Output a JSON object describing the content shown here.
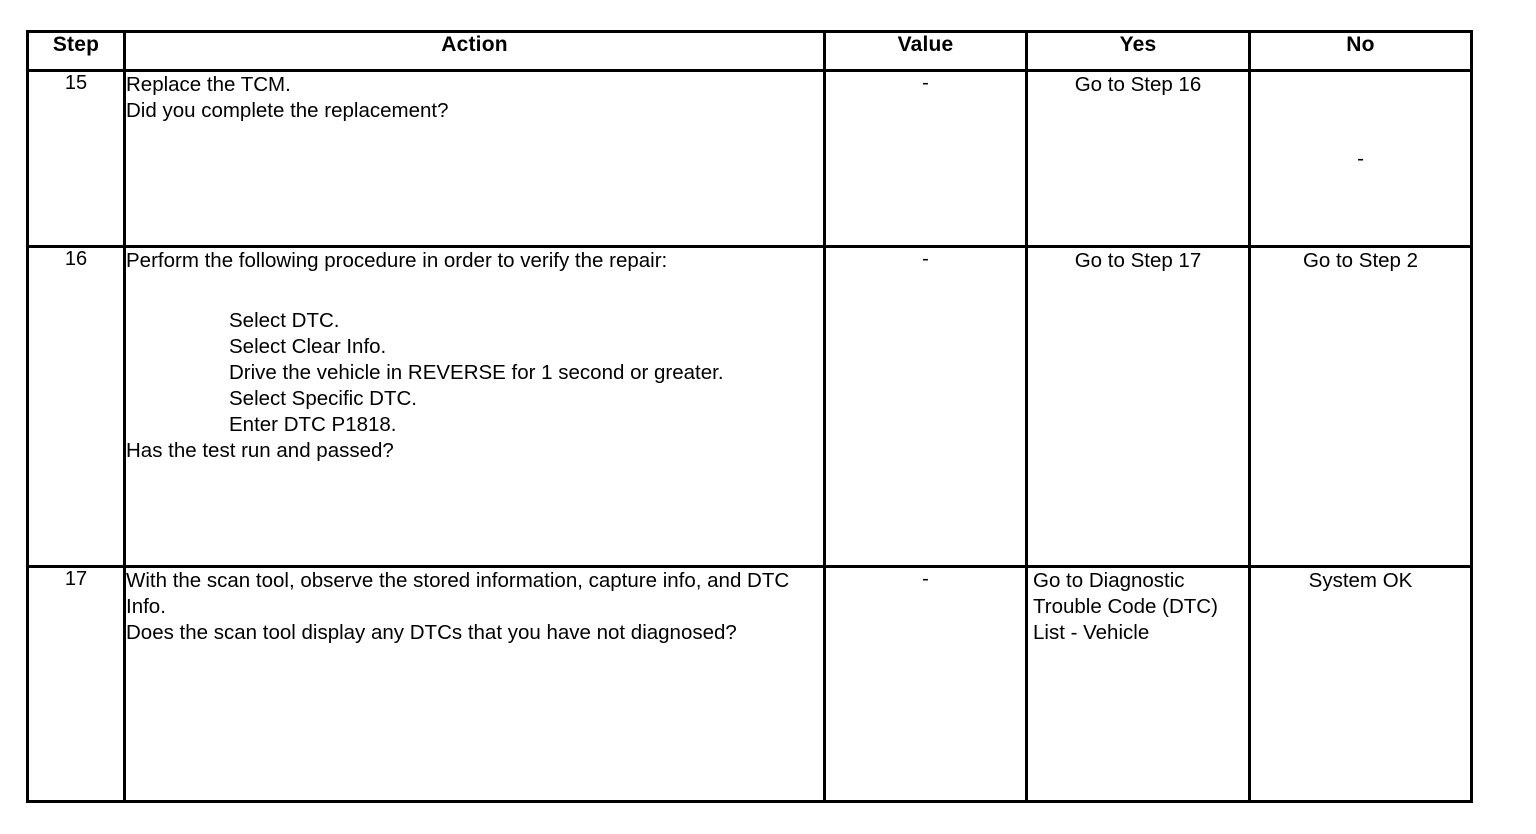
{
  "document": {
    "type": "diagnostic-procedure-table",
    "title": ""
  },
  "table": {
    "columns": [
      {
        "key": "step",
        "label": "Step"
      },
      {
        "key": "action",
        "label": "Action"
      },
      {
        "key": "value",
        "label": "Value"
      },
      {
        "key": "yes",
        "label": "Yes"
      },
      {
        "key": "no",
        "label": "No"
      }
    ],
    "rows": [
      {
        "step": "15",
        "action_intro": "Replace the TCM.",
        "action_list": [],
        "action_question": "Did you complete the replacement?",
        "value": "-",
        "yes": "Go to Step 16",
        "no": "-"
      },
      {
        "step": "16",
        "action_intro": "Perform the following procedure in order to verify the repair:",
        "action_list": [
          "Select DTC.",
          "Select Clear Info.",
          "Drive the vehicle in REVERSE for 1 second or greater.",
          "Select Specific DTC.",
          "Enter DTC P1818."
        ],
        "action_question": "Has the test run and passed?",
        "value": "-",
        "yes": "Go to Step 17",
        "no": "Go to Step 2"
      },
      {
        "step": "17",
        "action_intro": "With the scan tool, observe the stored information, capture info, and DTC Info.",
        "action_list": [],
        "action_question": "Does the scan tool display any DTCs that you have not diagnosed?",
        "value": "-",
        "yes": "Go to Diagnostic Trouble Code (DTC) List - Vehicle",
        "no": "System OK"
      }
    ]
  },
  "colors": {
    "border": "#000000",
    "text": "#000000",
    "background": "#ffffff"
  }
}
